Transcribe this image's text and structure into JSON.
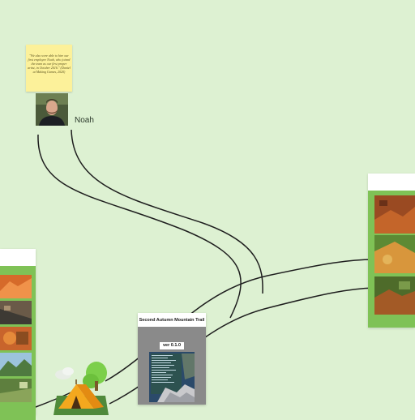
{
  "note": {
    "text": "\"We also were able to hire our first employee Noah, who joined the team as our first proper artist, in October 2016.\" (Daniel at Making Games, 2020)"
  },
  "person": {
    "name": "Noah"
  },
  "trail_card": {
    "title": "Second Autumn Mountain Trail",
    "version": "ver 0.1.0"
  },
  "colors": {
    "background": "#ddf1d2",
    "panel_green": "#7fc256",
    "note_yellow": "#fcf19a",
    "connector": "#1e1e1e"
  },
  "icons": {
    "camp": "camp-tent-illustration",
    "avatar": "person-photo"
  }
}
